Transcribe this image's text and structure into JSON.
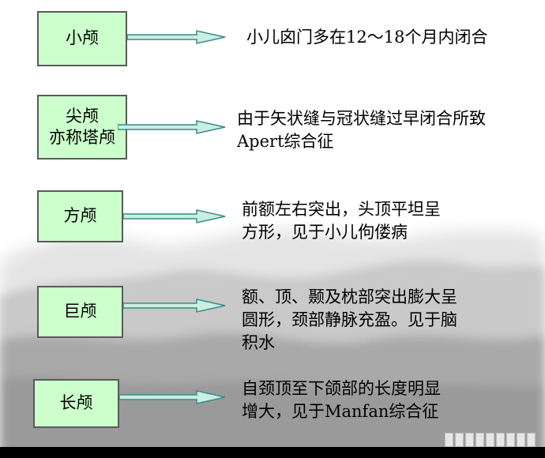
{
  "items": [
    {
      "term": [
        "小颅"
      ],
      "description": [
        "小儿囟门多在12～18个月内闭合"
      ]
    },
    {
      "term": [
        "尖颅",
        "亦称塔颅"
      ],
      "description": [
        "由于矢状缝与冠状缝过早闭合所致",
        "Apert综合征"
      ]
    },
    {
      "term": [
        "方颅"
      ],
      "description": [
        "前额左右突出，头顶平坦呈",
        "方形，见于小儿佝偻病"
      ]
    },
    {
      "term": [
        "巨颅"
      ],
      "description": [
        "额、顶、颞及枕部突出膨大呈",
        "圆形，颈部静脉充盈。见于脑",
        "积水"
      ]
    },
    {
      "term": [
        "长颅"
      ],
      "description": [
        "自颈顶至下颌部的长度明显",
        "增大，见于Manfan综合征"
      ]
    }
  ],
  "colors": {
    "box_fill": "#ccffcc",
    "box_border": "#5a5a5a",
    "arrow_fill": "#c8efe0",
    "arrow_stroke": "#3a8a8a"
  }
}
